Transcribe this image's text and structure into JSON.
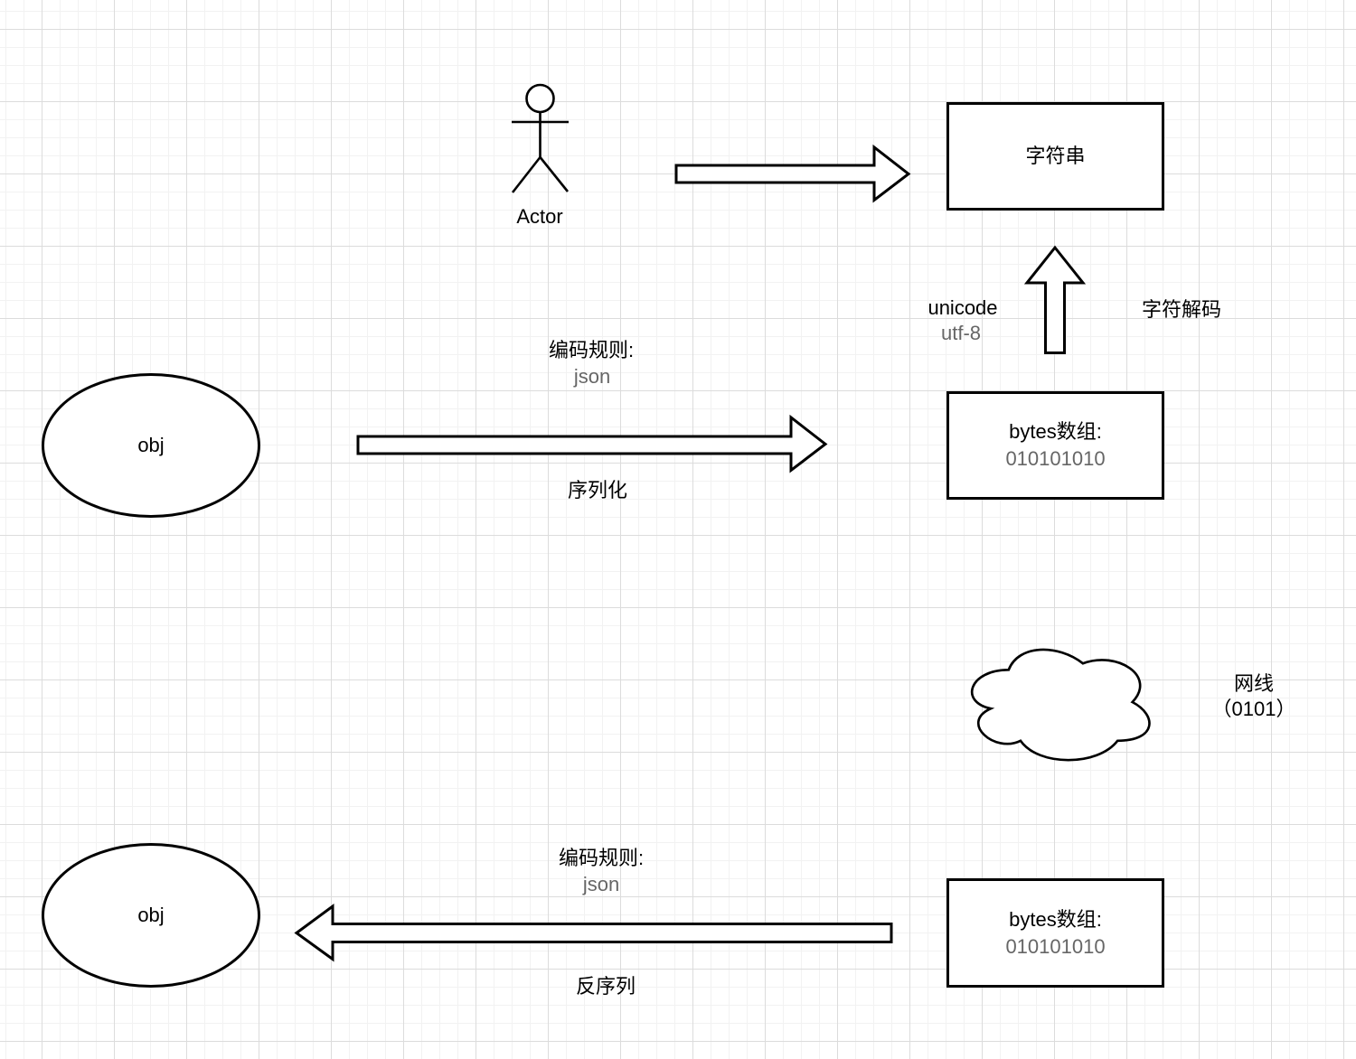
{
  "canvas": {
    "background": "#ffffff",
    "grid_minor_color": "#f2f2f2",
    "grid_major_color": "#dcdcdc",
    "stroke_color": "#000000",
    "muted_text_color": "#666666"
  },
  "actor": {
    "label": "Actor"
  },
  "string_box": {
    "label": "字符串"
  },
  "decode_flow": {
    "encoding_line1": "unicode",
    "encoding_line2": "utf-8",
    "action_label": "字符解码"
  },
  "serialize_flow": {
    "rule_title": "编码规则:",
    "rule_value": "json",
    "action_label": "序列化"
  },
  "object_top": {
    "label": "obj"
  },
  "bytes_box_top": {
    "title": "bytes数组:",
    "value": "010101010"
  },
  "network": {
    "label_line1": "网线",
    "label_line2": "（0101）"
  },
  "object_bottom": {
    "label": "obj"
  },
  "deserialize_flow": {
    "rule_title": "编码规则:",
    "rule_value": "json",
    "action_label": "反序列"
  },
  "bytes_box_bottom": {
    "title": "bytes数组:",
    "value": "010101010"
  }
}
